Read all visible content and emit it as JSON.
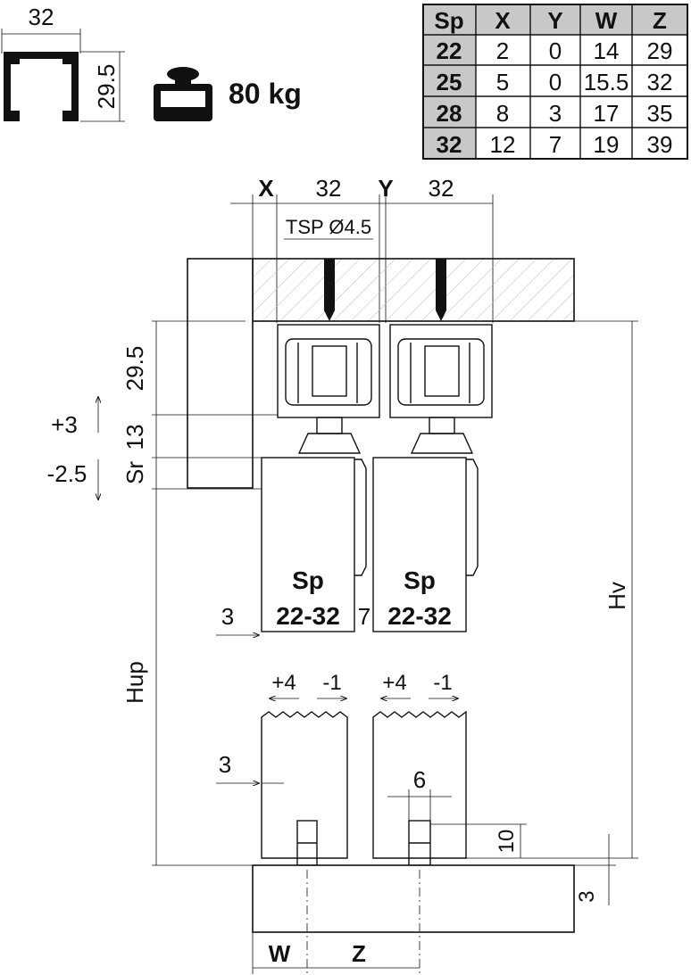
{
  "profile": {
    "width": "32",
    "height": "29.5"
  },
  "load": {
    "value": "80 kg"
  },
  "table": {
    "headers": [
      "Sp",
      "X",
      "Y",
      "W",
      "Z"
    ],
    "rows": [
      [
        "22",
        "2",
        "0",
        "14",
        "29"
      ],
      [
        "25",
        "5",
        "0",
        "15.5",
        "32"
      ],
      [
        "28",
        "8",
        "3",
        "17",
        "35"
      ],
      [
        "32",
        "12",
        "7",
        "19",
        "39"
      ]
    ]
  },
  "dims": {
    "x": "X",
    "x_dim": "32",
    "y": "Y",
    "y_dim": "32",
    "screw": "TSP Ø4.5",
    "track_h": "29.5",
    "adj_up": "+3",
    "h13": "13",
    "sr": "Sr",
    "adj_down": "-2.5",
    "door1_sp": "Sp",
    "door1_range": "22-32",
    "door2_sp": "Sp",
    "door2_range": "22-32",
    "gap_left": "3",
    "gap_mid": "7",
    "hup": "Hup",
    "hv": "Hv",
    "plus4_a": "+4",
    "minus1_a": "-1",
    "plus4_b": "+4",
    "minus1_b": "-1",
    "gap_bottom": "3",
    "guide_w": "6",
    "guide_h": "10",
    "floor_gap": "3",
    "w": "W",
    "z": "Z"
  },
  "colors": {
    "header_fill": "#c8c8c8",
    "line": "#111111"
  }
}
